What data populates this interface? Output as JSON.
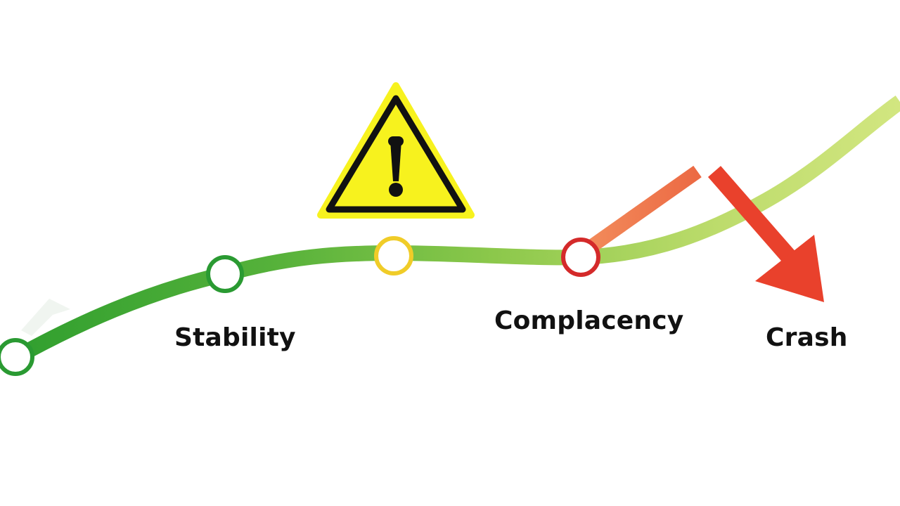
{
  "labels": {
    "stability": "Stability",
    "complacency": "Complacency",
    "crash": "Crash"
  },
  "icons": {
    "warning": "warning-icon"
  },
  "colors": {
    "curve_start": "#2e9e2e",
    "curve_mid": "#8cc84b",
    "curve_end": "#d2e680",
    "marker_green": "#2a9a32",
    "marker_yellow": "#f0cc28",
    "marker_red": "#d42a2a",
    "warning_fill": "#f7f21e",
    "spike_orange": "#ee7a4a",
    "crash_arrow": "#e9412c"
  }
}
